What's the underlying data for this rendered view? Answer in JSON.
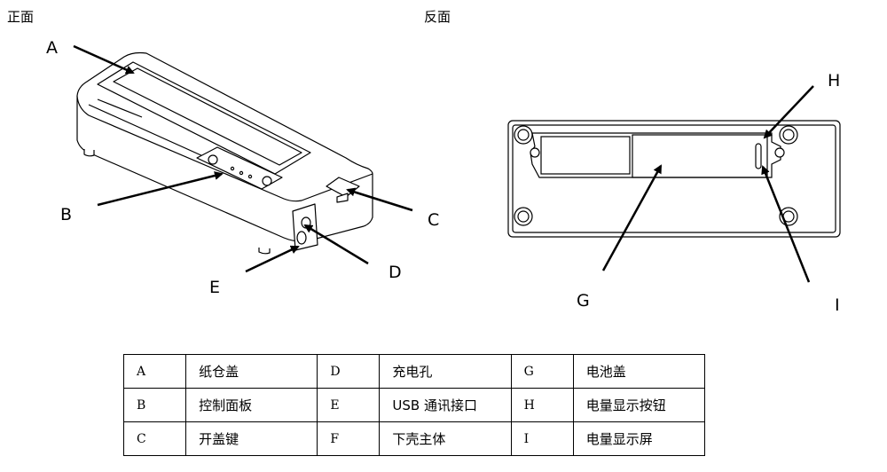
{
  "views": {
    "front": "正面",
    "back": "反面"
  },
  "callouts": [
    "A",
    "B",
    "C",
    "D",
    "E",
    "G",
    "H",
    "I"
  ],
  "legend": [
    [
      {
        "key": "A",
        "value": "纸仓盖"
      },
      {
        "key": "D",
        "value": "充电孔"
      },
      {
        "key": "G",
        "value": "电池盖"
      }
    ],
    [
      {
        "key": "B",
        "value": "控制面板"
      },
      {
        "key": "E",
        "value": "USB 通讯接口"
      },
      {
        "key": "H",
        "value": "电量显示按钮"
      }
    ],
    [
      {
        "key": "C",
        "value": "开盖键"
      },
      {
        "key": "F",
        "value": "下壳主体"
      },
      {
        "key": "I",
        "value": "电量显示屏"
      }
    ]
  ]
}
